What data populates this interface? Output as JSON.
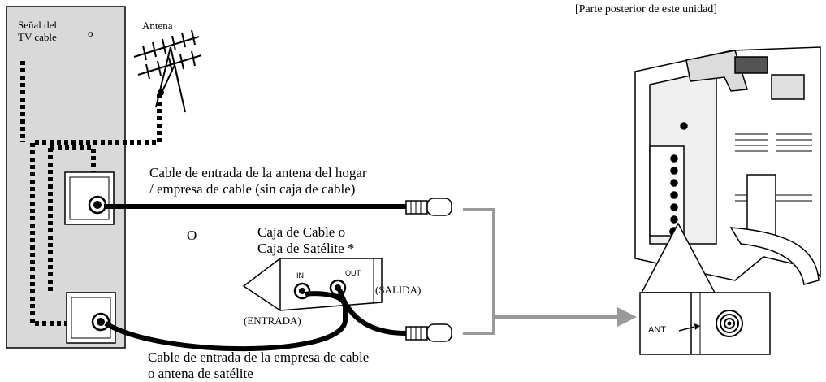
{
  "header": {
    "rear_caption": "[Parte posterior de este unidad]"
  },
  "wall": {
    "signal_label": "Señal del\nTV cable",
    "or_small": "o",
    "antenna_label": "Antena"
  },
  "cables": {
    "direct_cable_label": "Cable de entrada de la antena del hogar\n/ empresa de cable (sin caja de cable)",
    "or_big": "O",
    "box_label": "Caja de Cable o\nCaja de Satélite *",
    "out_label": "(SALIDA)",
    "in_label": "(ENTRADA)",
    "bottom_cable_label": "Cable de entrada de la empresa de cable\no antena de satélite"
  },
  "box": {
    "in_port": "IN",
    "out_port": "OUT"
  },
  "tv": {
    "ant_label": "ANT"
  },
  "colors": {
    "wall_fill": "#d9d9d9",
    "cable": "#000000",
    "connector_line": "#999999"
  }
}
